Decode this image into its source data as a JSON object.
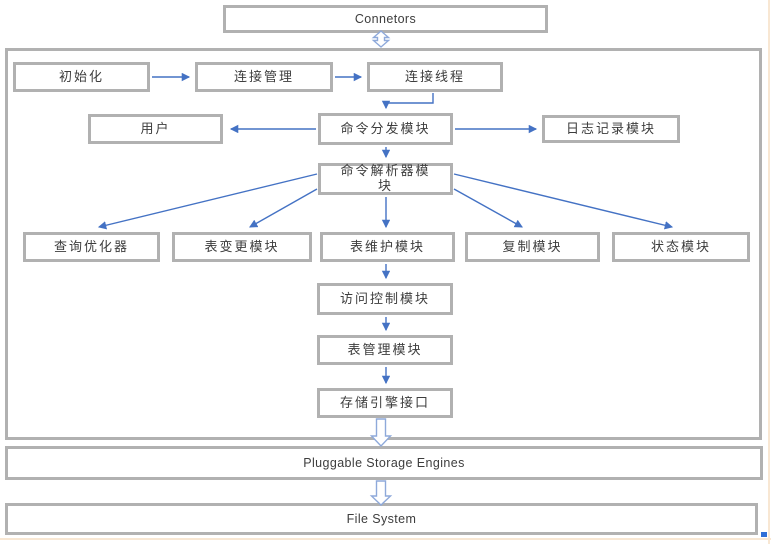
{
  "diagram": {
    "nodes": {
      "connetors": "Connetors",
      "init": "初始化",
      "conn_mgmt": "连接管理",
      "conn_thread": "连接线程",
      "user": "用户",
      "cmd_dispatch": "命令分发模块",
      "log_module": "日志记录模块",
      "cmd_parser": "命令解析器模\n块",
      "query_optimizer": "查询优化器",
      "table_change": "表变更模块",
      "table_maint": "表维护模块",
      "replication": "复制模块",
      "status": "状态模块",
      "access_control": "访问控制模块",
      "table_mgmt": "表管理模块",
      "storage_engine_if": "存储引擎接口",
      "pluggable": "Pluggable Storage Engines",
      "file_system": "File System"
    },
    "colors": {
      "arrow": "#4472c4",
      "hollow_arrow_stroke": "#8ea9da",
      "box_border": "#b1b1b1",
      "text": "#3d3d3d",
      "page_edge": "#f8e7d3",
      "selection_handle": "#2f6fd8"
    }
  }
}
